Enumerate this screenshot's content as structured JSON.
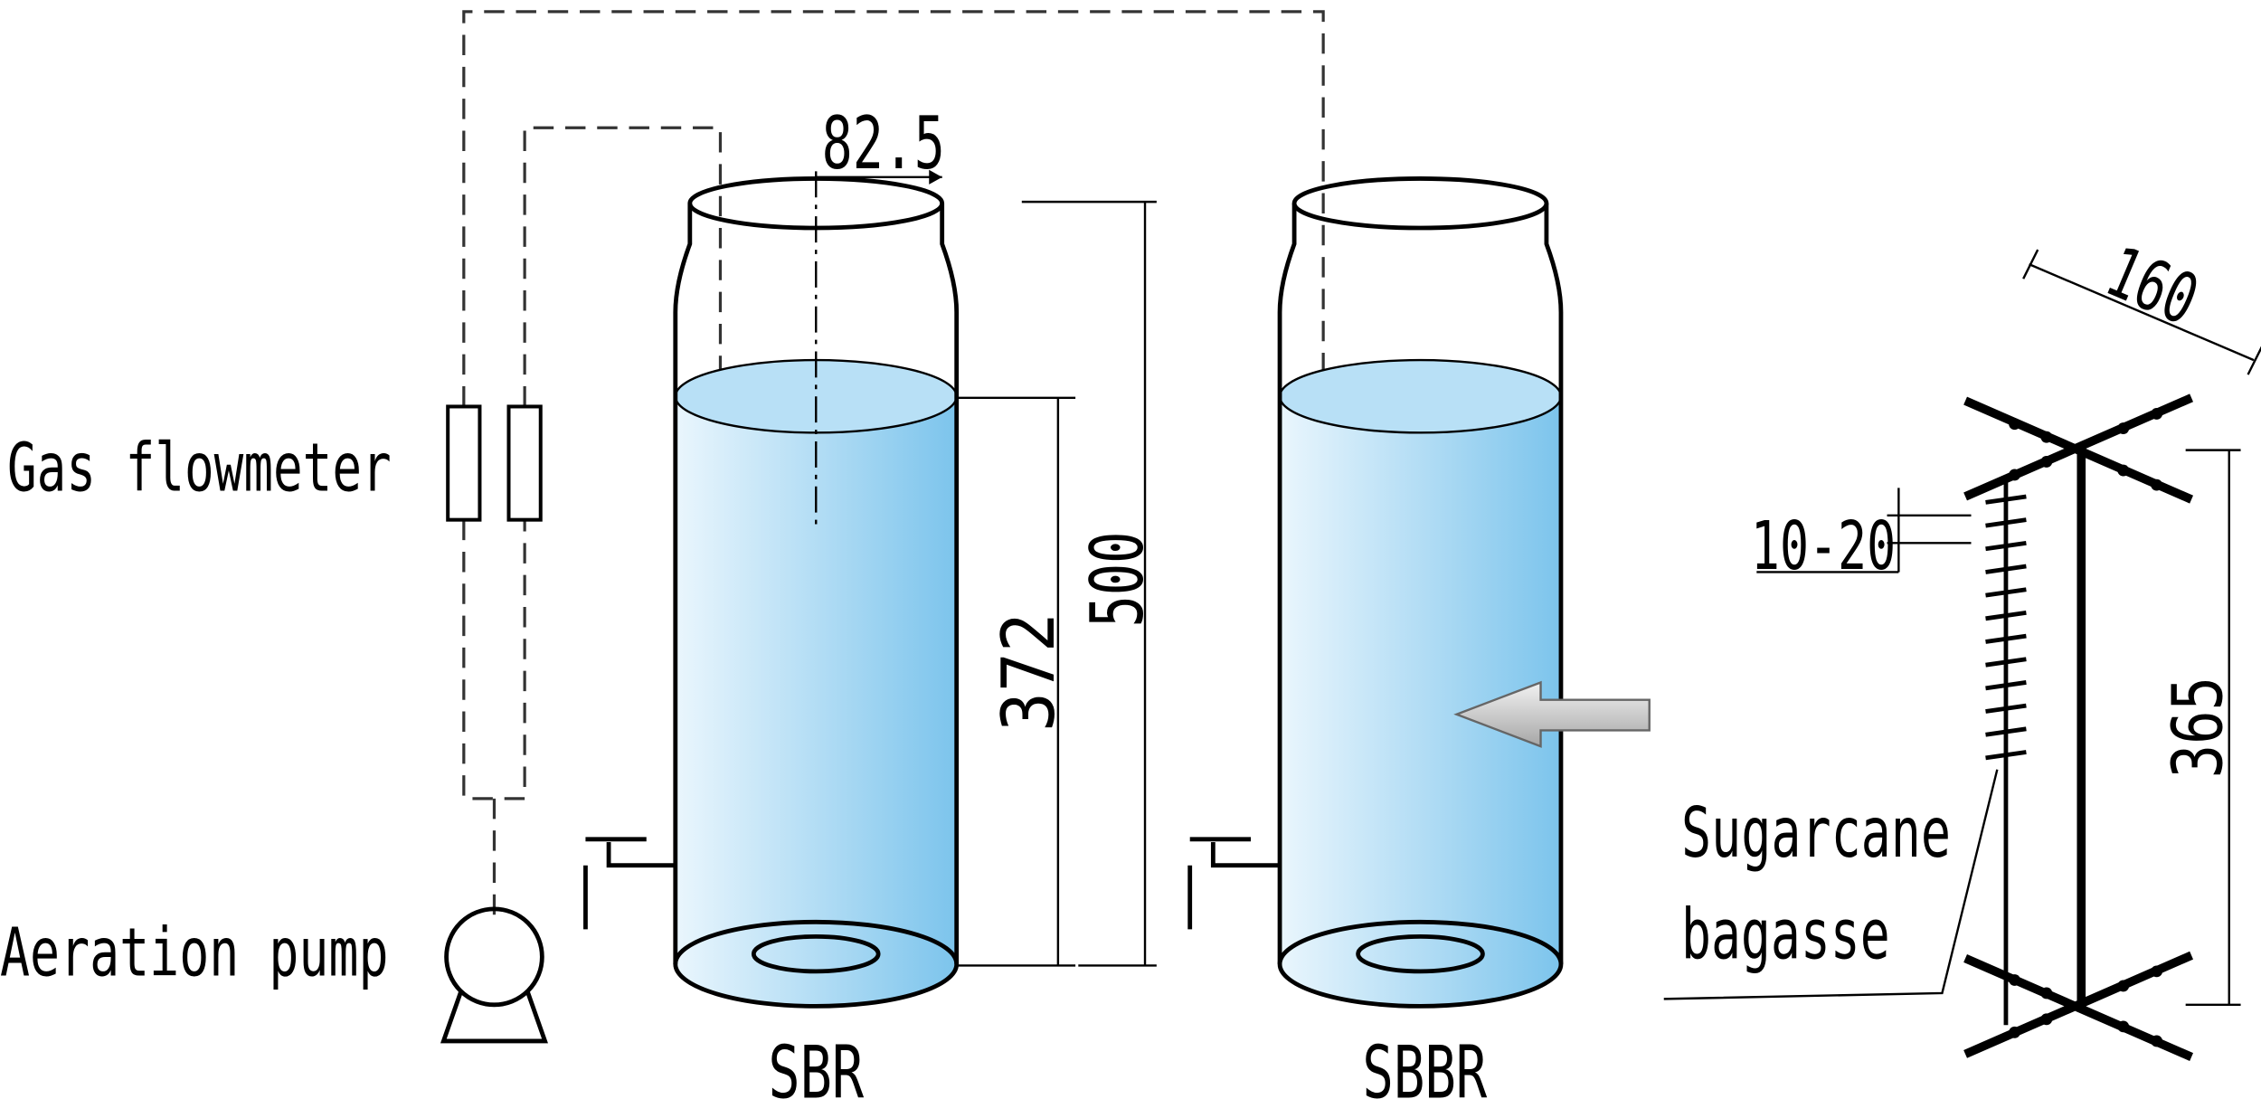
{
  "labels": {
    "gas_flowmeter": "Gas flowmeter",
    "aeration_pump": "Aeration pump",
    "sbr": "SBR",
    "sbbr": "SBBR",
    "sugarcane_line1": "Sugarcane",
    "sugarcane_line2": "bagasse"
  },
  "dimensions": {
    "diameter": "82.5",
    "total_height": "500",
    "water_height": "372",
    "carrier_width": "160",
    "carrier_height": "365",
    "spacing": "10-20"
  },
  "colors": {
    "water_light": "#eaf6fd",
    "water_dark": "#7cc4ec",
    "arrow_fill": "#bdbdbd"
  }
}
